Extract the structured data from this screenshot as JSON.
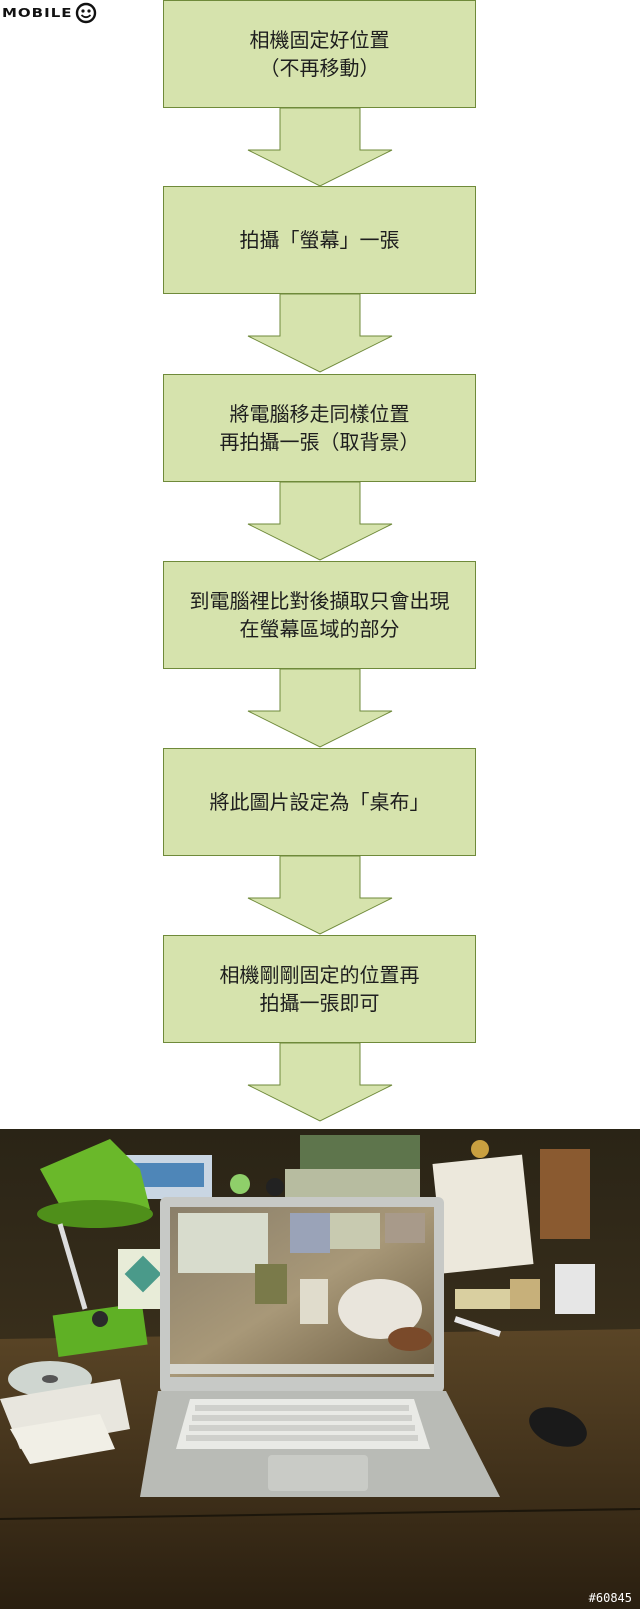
{
  "logo": {
    "text": "MOBILE"
  },
  "steps": [
    {
      "label": "相機固定好位置\n（不再移動）"
    },
    {
      "label": "拍攝「螢幕」一張"
    },
    {
      "label": "將電腦移走同樣位置\n再拍攝一張（取背景）"
    },
    {
      "label": "到電腦裡比對後擷取只會出現\n在螢幕區域的部分"
    },
    {
      "label": "將此圖片設定為「桌布」"
    },
    {
      "label": "相機剛剛固定的位置再\n拍攝一張即可"
    }
  ],
  "colors": {
    "box_fill": "#d6e3ad",
    "box_border": "#6f8a3a"
  },
  "photo": {
    "watermark": "#60845"
  }
}
